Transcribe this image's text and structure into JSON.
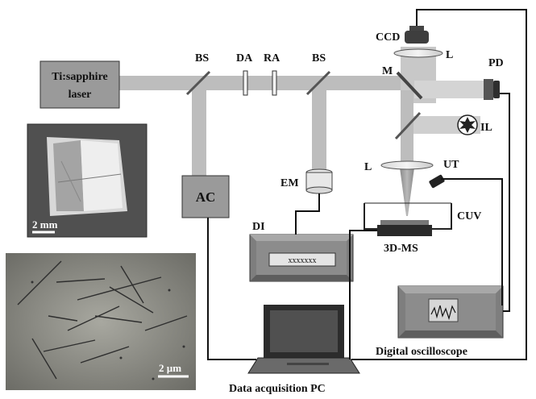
{
  "labels": {
    "laser": [
      "Ti:sapphire",
      "laser"
    ],
    "bs1": "BS",
    "da": "DA",
    "ra": "RA",
    "bs2": "BS",
    "ccd": "CCD",
    "lens_top": "L",
    "pd": "PD",
    "mirror": "M",
    "il": "IL",
    "lens_mid": "L",
    "ut": "UT",
    "em": "EM",
    "ac": "AC",
    "di": "DI",
    "di_screen": "xxxxxxx",
    "cuv": "CUV",
    "ms3d": "3D-MS",
    "oscilloscope": "Digital oscilloscope",
    "pc": "Data acquisition PC",
    "scale_top": "2 mm",
    "scale_bottom": "2 µm"
  },
  "colors": {
    "beam": "#bdbdbd",
    "box_fill": "#9a9a9a",
    "box_dark": "#5a5a5a",
    "wire": "#111111"
  }
}
